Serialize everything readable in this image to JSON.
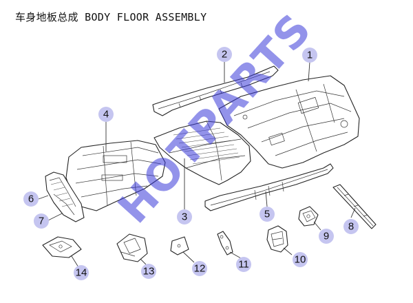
{
  "header": {
    "title": "车身地板总成 BODY FLOOR ASSEMBLY"
  },
  "watermark": {
    "text": "HOTPARTS",
    "color": "#3a3ad8"
  },
  "colors": {
    "callout_fill": "#c5c5f0",
    "line": "#222222"
  },
  "callouts": [
    {
      "label": "1"
    },
    {
      "label": "2"
    },
    {
      "label": "3"
    },
    {
      "label": "4"
    },
    {
      "label": "5"
    },
    {
      "label": "6"
    },
    {
      "label": "7"
    },
    {
      "label": "8"
    },
    {
      "label": "9"
    },
    {
      "label": "10"
    },
    {
      "label": "11"
    },
    {
      "label": "12"
    },
    {
      "label": "13"
    },
    {
      "label": "14"
    }
  ]
}
